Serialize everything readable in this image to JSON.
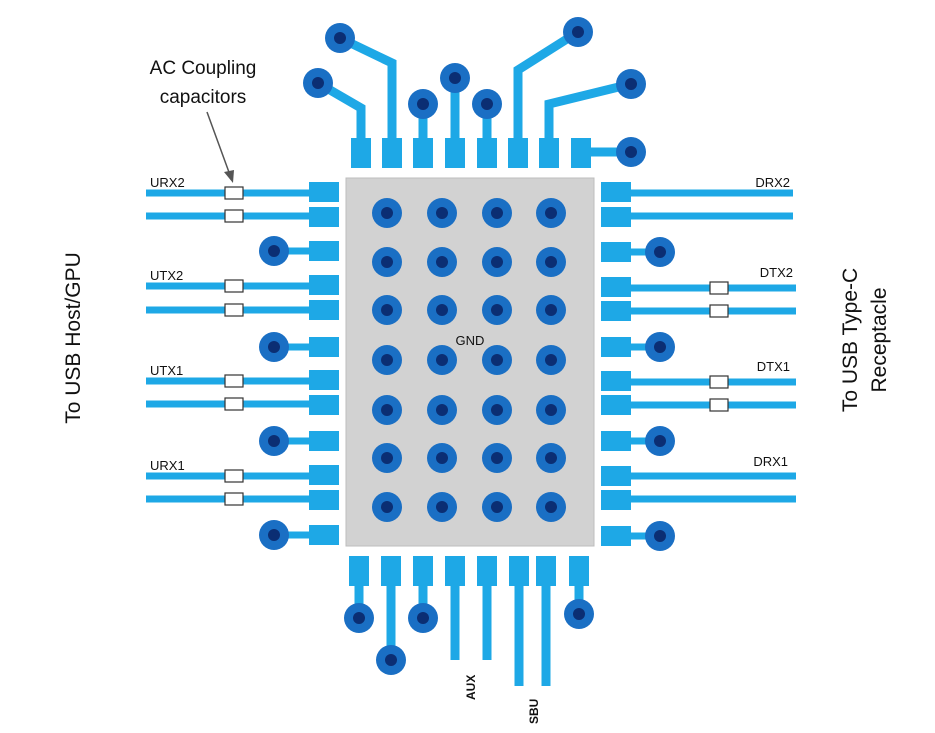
{
  "annotation": {
    "line1": "AC Coupling",
    "line2": "capacitors"
  },
  "center_label": "GND",
  "left_side_label": "To USB Host/GPU",
  "right_side_label": {
    "line1": "To USB Type-C",
    "line2": "Receptacle"
  },
  "signals_left": {
    "urx2": "URX2",
    "utx2": "UTX2",
    "utx1": "UTX1",
    "urx1": "URX1"
  },
  "signals_right": {
    "drx2": "DRX2",
    "dtx2": "DTX2",
    "dtx1": "DTX1",
    "drx1": "DRX1"
  },
  "signals_bottom": {
    "aux": "AUX",
    "sbu": "SBU"
  },
  "colors": {
    "trace": "#1EA8E6",
    "via_ring": "#1A6FC4",
    "via_hole": "#0B2E73",
    "ground_pad": "#D2D2D2"
  }
}
